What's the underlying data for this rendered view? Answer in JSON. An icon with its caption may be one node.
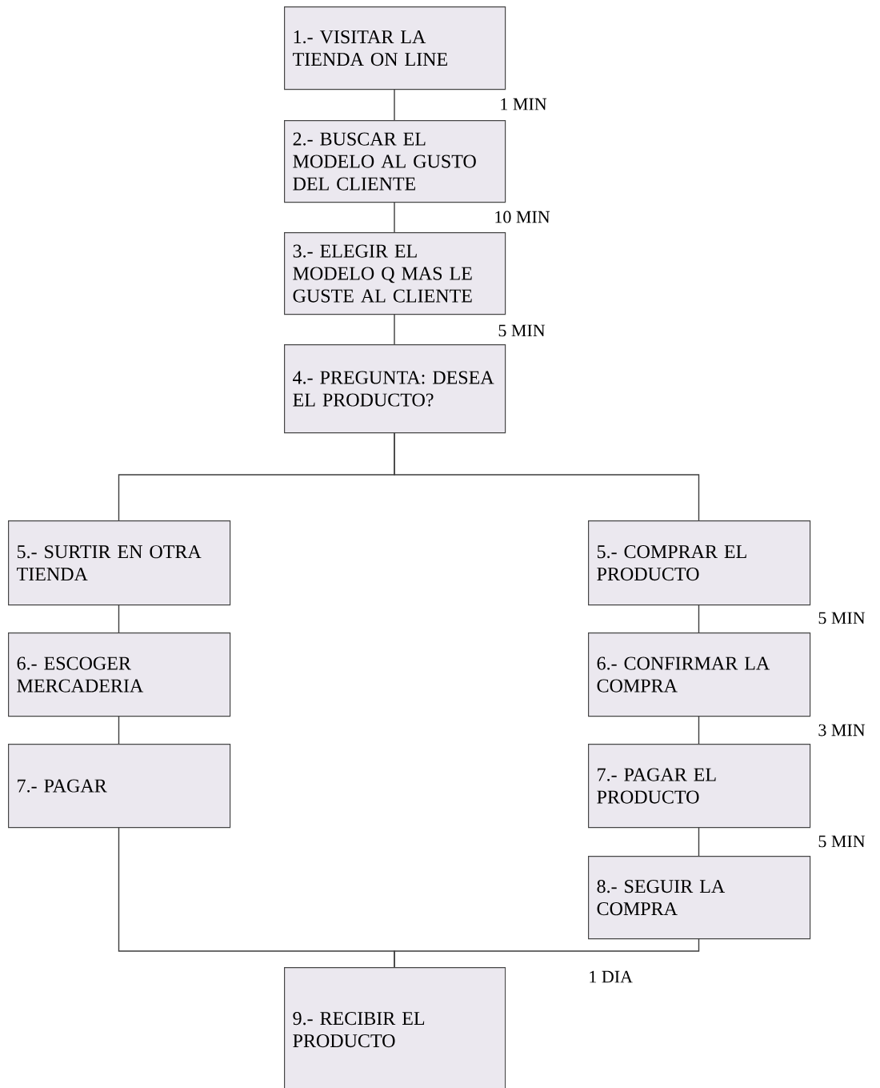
{
  "diagram": {
    "nodes": [
      {
        "text": [
          "1.- VISITAR LA TIENDA ON LINE"
        ],
        "beside": [
          "1  MIN"
        ]
      },
      {
        "text": [
          "2.- BUSCAR EL MODELO AL GUSTO DEL CLIENTE"
        ],
        "beside": [
          "10  MIN"
        ]
      },
      {
        "text": [
          "3.- ELEGIR EL MODELO Q MAS LE GUSTE AL CLIENTE"
        ],
        "beside": [
          "5  MIN"
        ]
      },
      {
        "text": [
          "4.- PREGUNTA: DESEA EL PRODUCTO?"
        ]
      },
      {
        "text": [
          "5.- SURTIR EN OTRA TIENDA"
        ]
      },
      {
        "text": [
          "6.- ESCOGER MERCADERIA"
        ]
      },
      {
        "text": [
          "7.- PAGAR"
        ]
      },
      {
        "text": [
          "5.- COMPRAR EL PRODUCTO"
        ],
        "beside": [
          "5  MIN"
        ]
      },
      {
        "text": [
          "6.- CONFIRMAR LA COMPRA"
        ],
        "beside": [
          "3  MIN"
        ]
      },
      {
        "text": [
          "7.- PAGAR EL PRODUCTO"
        ],
        "beside": [
          "5  MIN"
        ]
      },
      {
        "text": [
          "8.- SEGUIR LA COMPRA"
        ]
      },
      {
        "text": [
          "9.- RECIBIR EL PRODUCTO"
        ]
      }
    ],
    "labels": [
      "1 DIA"
    ],
    "edges": [
      {
        "from": 0,
        "to": 1,
        "arrow": "none"
      },
      {
        "from": 1,
        "to": 2,
        "arrow": "none"
      },
      {
        "from": 2,
        "to": 3,
        "arrow": "none"
      },
      {
        "from": 3,
        "to": 4,
        "arrow": "none"
      },
      {
        "from": 3,
        "to": 7,
        "arrow": "none"
      },
      {
        "from": 4,
        "to": 5,
        "arrow": "none"
      },
      {
        "from": 5,
        "to": 6,
        "arrow": "none"
      },
      {
        "from": 7,
        "to": 8,
        "arrow": "none"
      },
      {
        "from": 8,
        "to": 9,
        "arrow": "none"
      },
      {
        "from": 9,
        "to": 10,
        "arrow": "none"
      },
      {
        "from": 6,
        "to": 11,
        "arrow": "none"
      },
      {
        "from": 10,
        "to": 11,
        "arrow": "none"
      }
    ]
  }
}
